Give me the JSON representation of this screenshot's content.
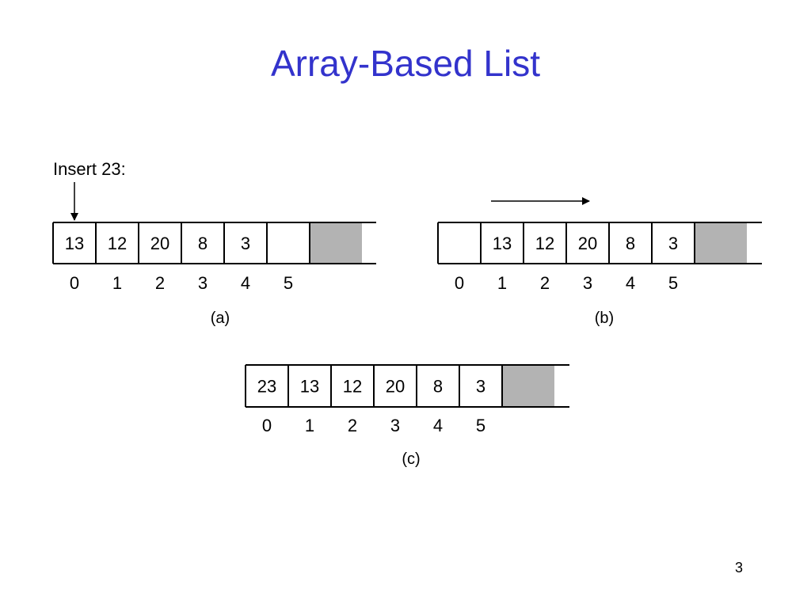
{
  "slide": {
    "title": "Array-Based List",
    "page_number": "3"
  },
  "diagram": {
    "insert_label": "Insert 23:",
    "colors": {
      "border": "#000000",
      "unused_fill": "#b3b3b3",
      "title": "#3333cc"
    },
    "arrays": [
      {
        "id": "a",
        "caption": "(a)",
        "cells": [
          "13",
          "12",
          "20",
          "8",
          "3",
          ""
        ],
        "indices": [
          "0",
          "1",
          "2",
          "3",
          "4",
          "5"
        ]
      },
      {
        "id": "b",
        "caption": "(b)",
        "cells": [
          "",
          "13",
          "12",
          "20",
          "8",
          "3"
        ],
        "indices": [
          "0",
          "1",
          "2",
          "3",
          "4",
          "5"
        ]
      },
      {
        "id": "c",
        "caption": "(c)",
        "cells": [
          "23",
          "13",
          "12",
          "20",
          "8",
          "3"
        ],
        "indices": [
          "0",
          "1",
          "2",
          "3",
          "4",
          "5"
        ]
      }
    ]
  }
}
